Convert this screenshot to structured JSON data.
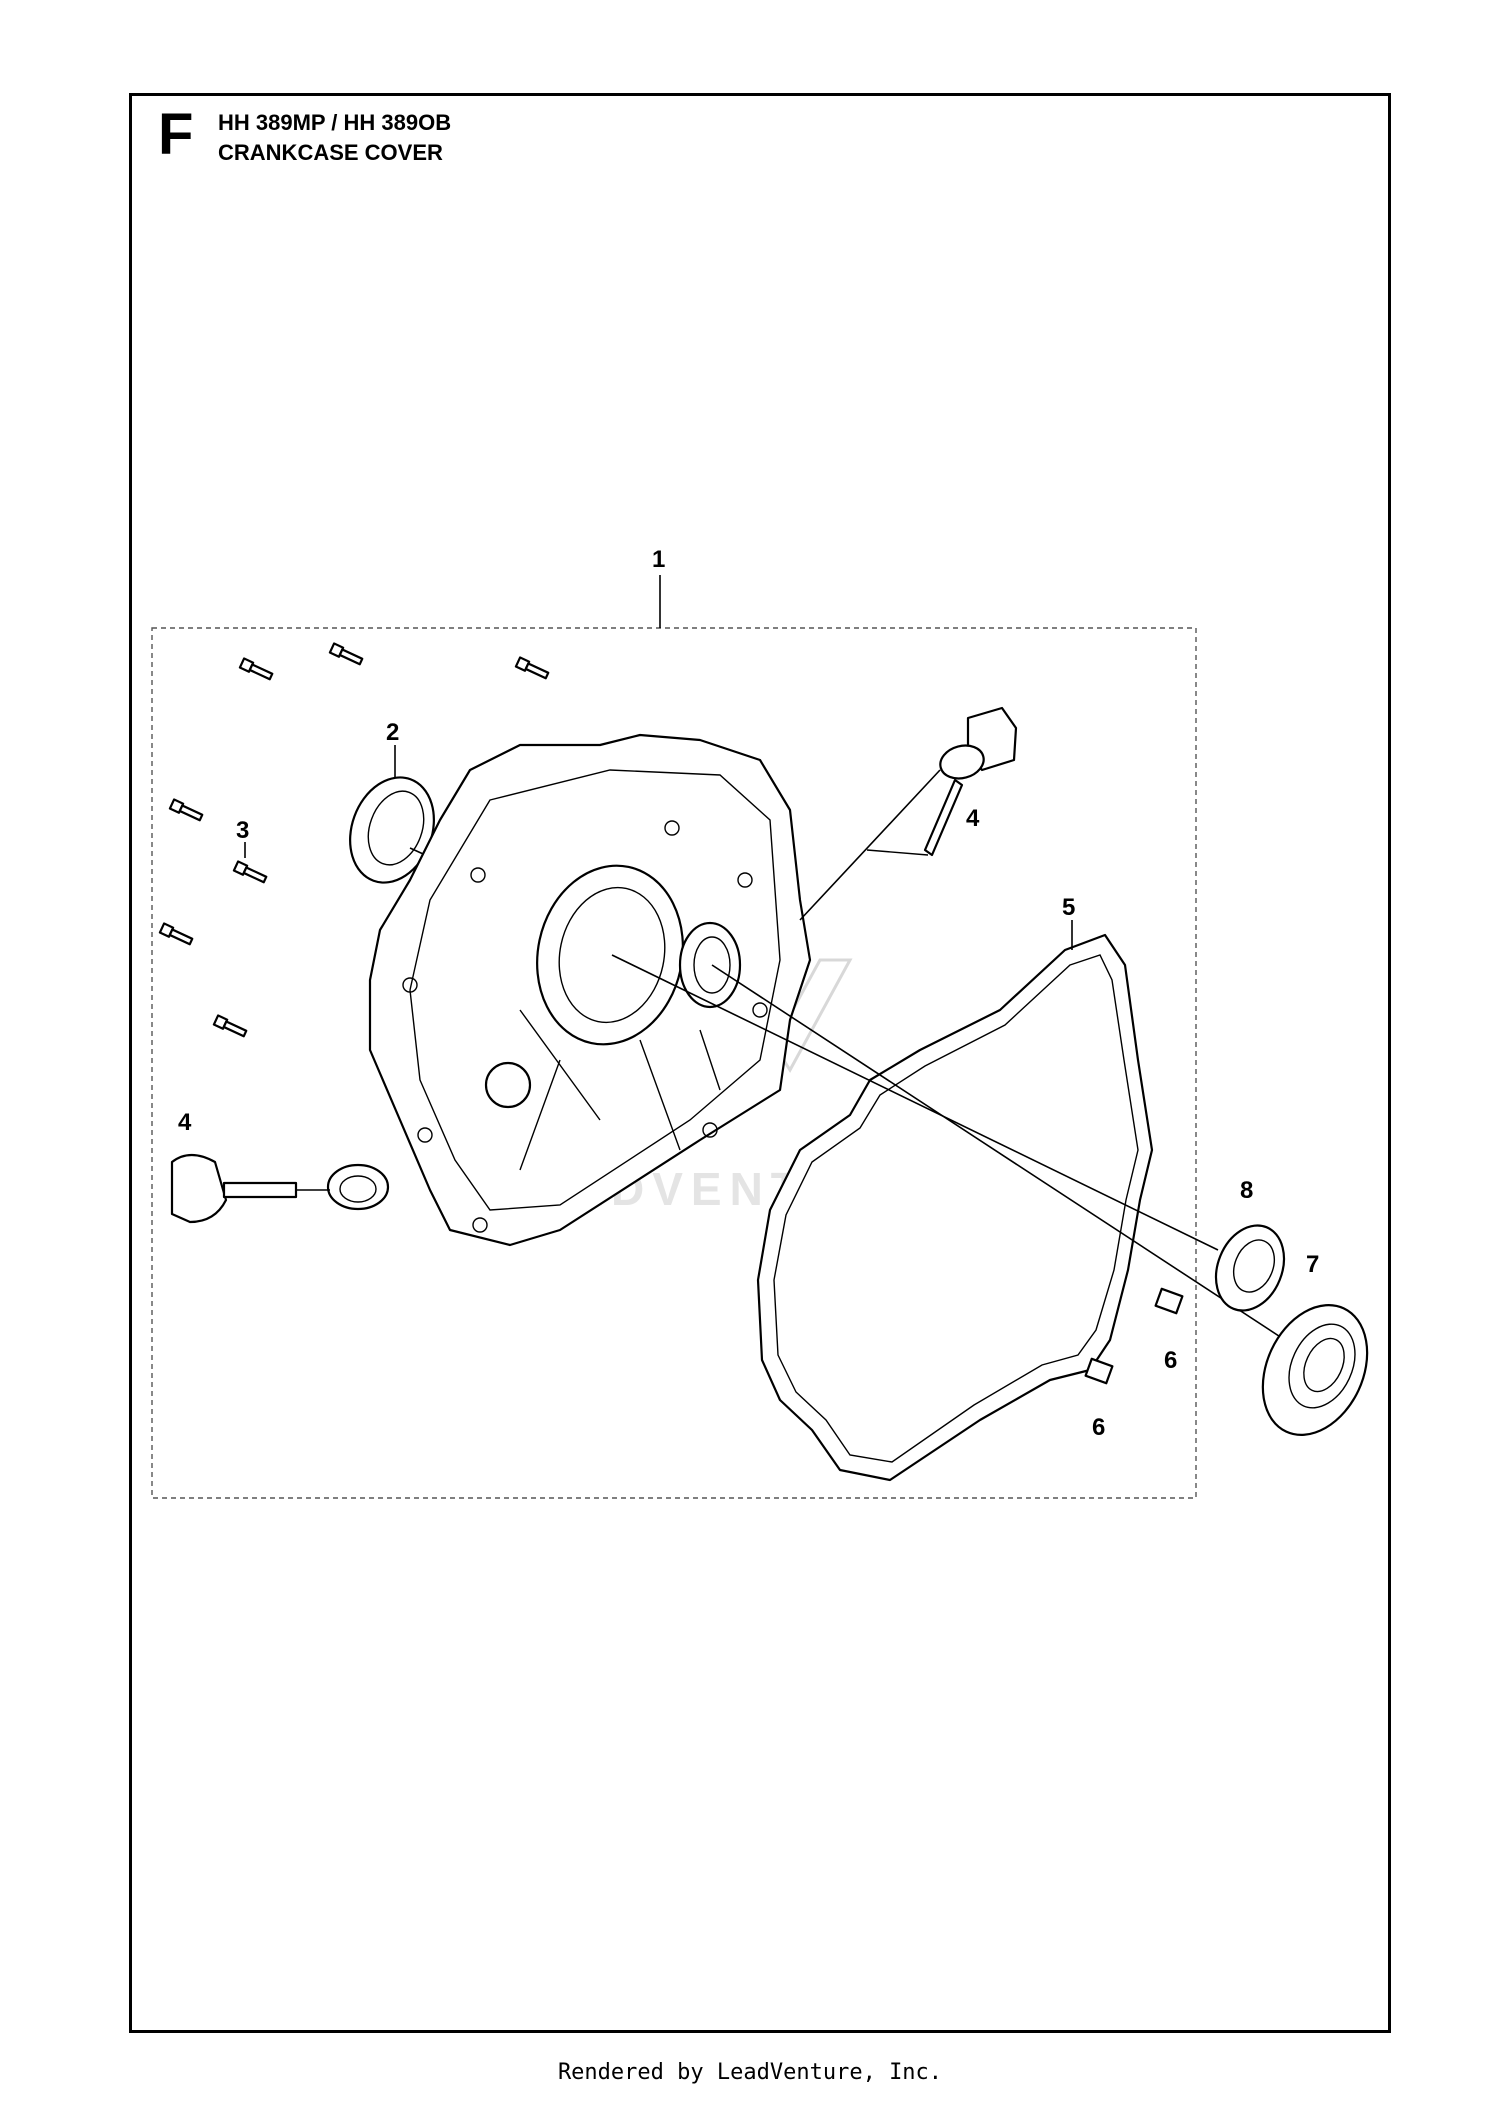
{
  "header": {
    "section_letter": "F",
    "title_line_1": "HH 389MP / HH 389OB",
    "title_line_2": "CRANKCASE COVER"
  },
  "callouts": {
    "c1": "1",
    "c2": "2",
    "c3": "3",
    "c4a": "4",
    "c4b": "4",
    "c5": "5",
    "c6a": "6",
    "c6b": "6",
    "c7": "7",
    "c8": "8"
  },
  "watermark": "LEADVENTURE",
  "footer": "Rendered by LeadVenture, Inc."
}
